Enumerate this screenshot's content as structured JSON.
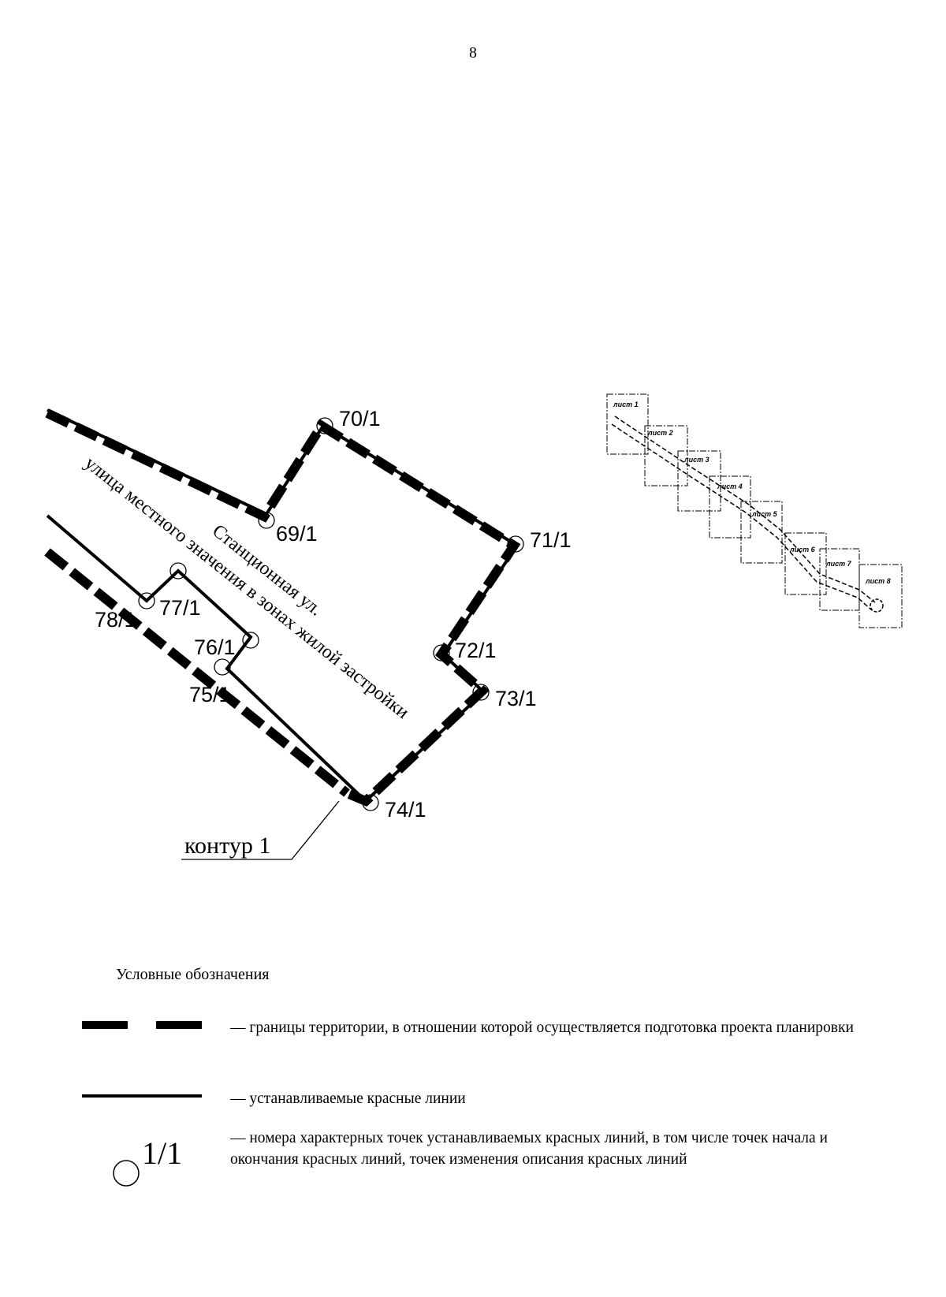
{
  "page_number": "8",
  "map": {
    "points": [
      {
        "id": "69",
        "label": "69/1"
      },
      {
        "id": "70",
        "label": "70/1"
      },
      {
        "id": "71",
        "label": "71/1"
      },
      {
        "id": "72",
        "label": "72/1"
      },
      {
        "id": "73",
        "label": "73/1"
      },
      {
        "id": "74",
        "label": "74/1"
      },
      {
        "id": "75",
        "label": "75/1"
      },
      {
        "id": "76",
        "label": "76/1"
      },
      {
        "id": "77",
        "label": "77/1"
      },
      {
        "id": "78",
        "label": "78/1"
      }
    ],
    "street_name": "Станционная ул.",
    "street_type": "улица местного значения в зонах жилой застройки",
    "contour_label": "контур 1"
  },
  "overview": {
    "sheets": [
      "лист 1",
      "лист 2",
      "лист 3",
      "лист 4",
      "лист 5",
      "лист 6",
      "лист 7",
      "лист 8"
    ]
  },
  "legend": {
    "title": "Условные обозначения",
    "items": [
      {
        "symbol": "dashed-thick-line",
        "text": "— границы территории, в отношении которой осуществляется подготовка проекта планировки"
      },
      {
        "symbol": "solid-line",
        "text": "— устанавливаемые красные линии"
      },
      {
        "symbol": "circle-with-number",
        "symbol_text": "1/1",
        "text": "— номера характерных точек устанавливаемых красных линий, в том числе точек начала и окончания красных линий, точек изменения описания красных линий"
      }
    ]
  }
}
